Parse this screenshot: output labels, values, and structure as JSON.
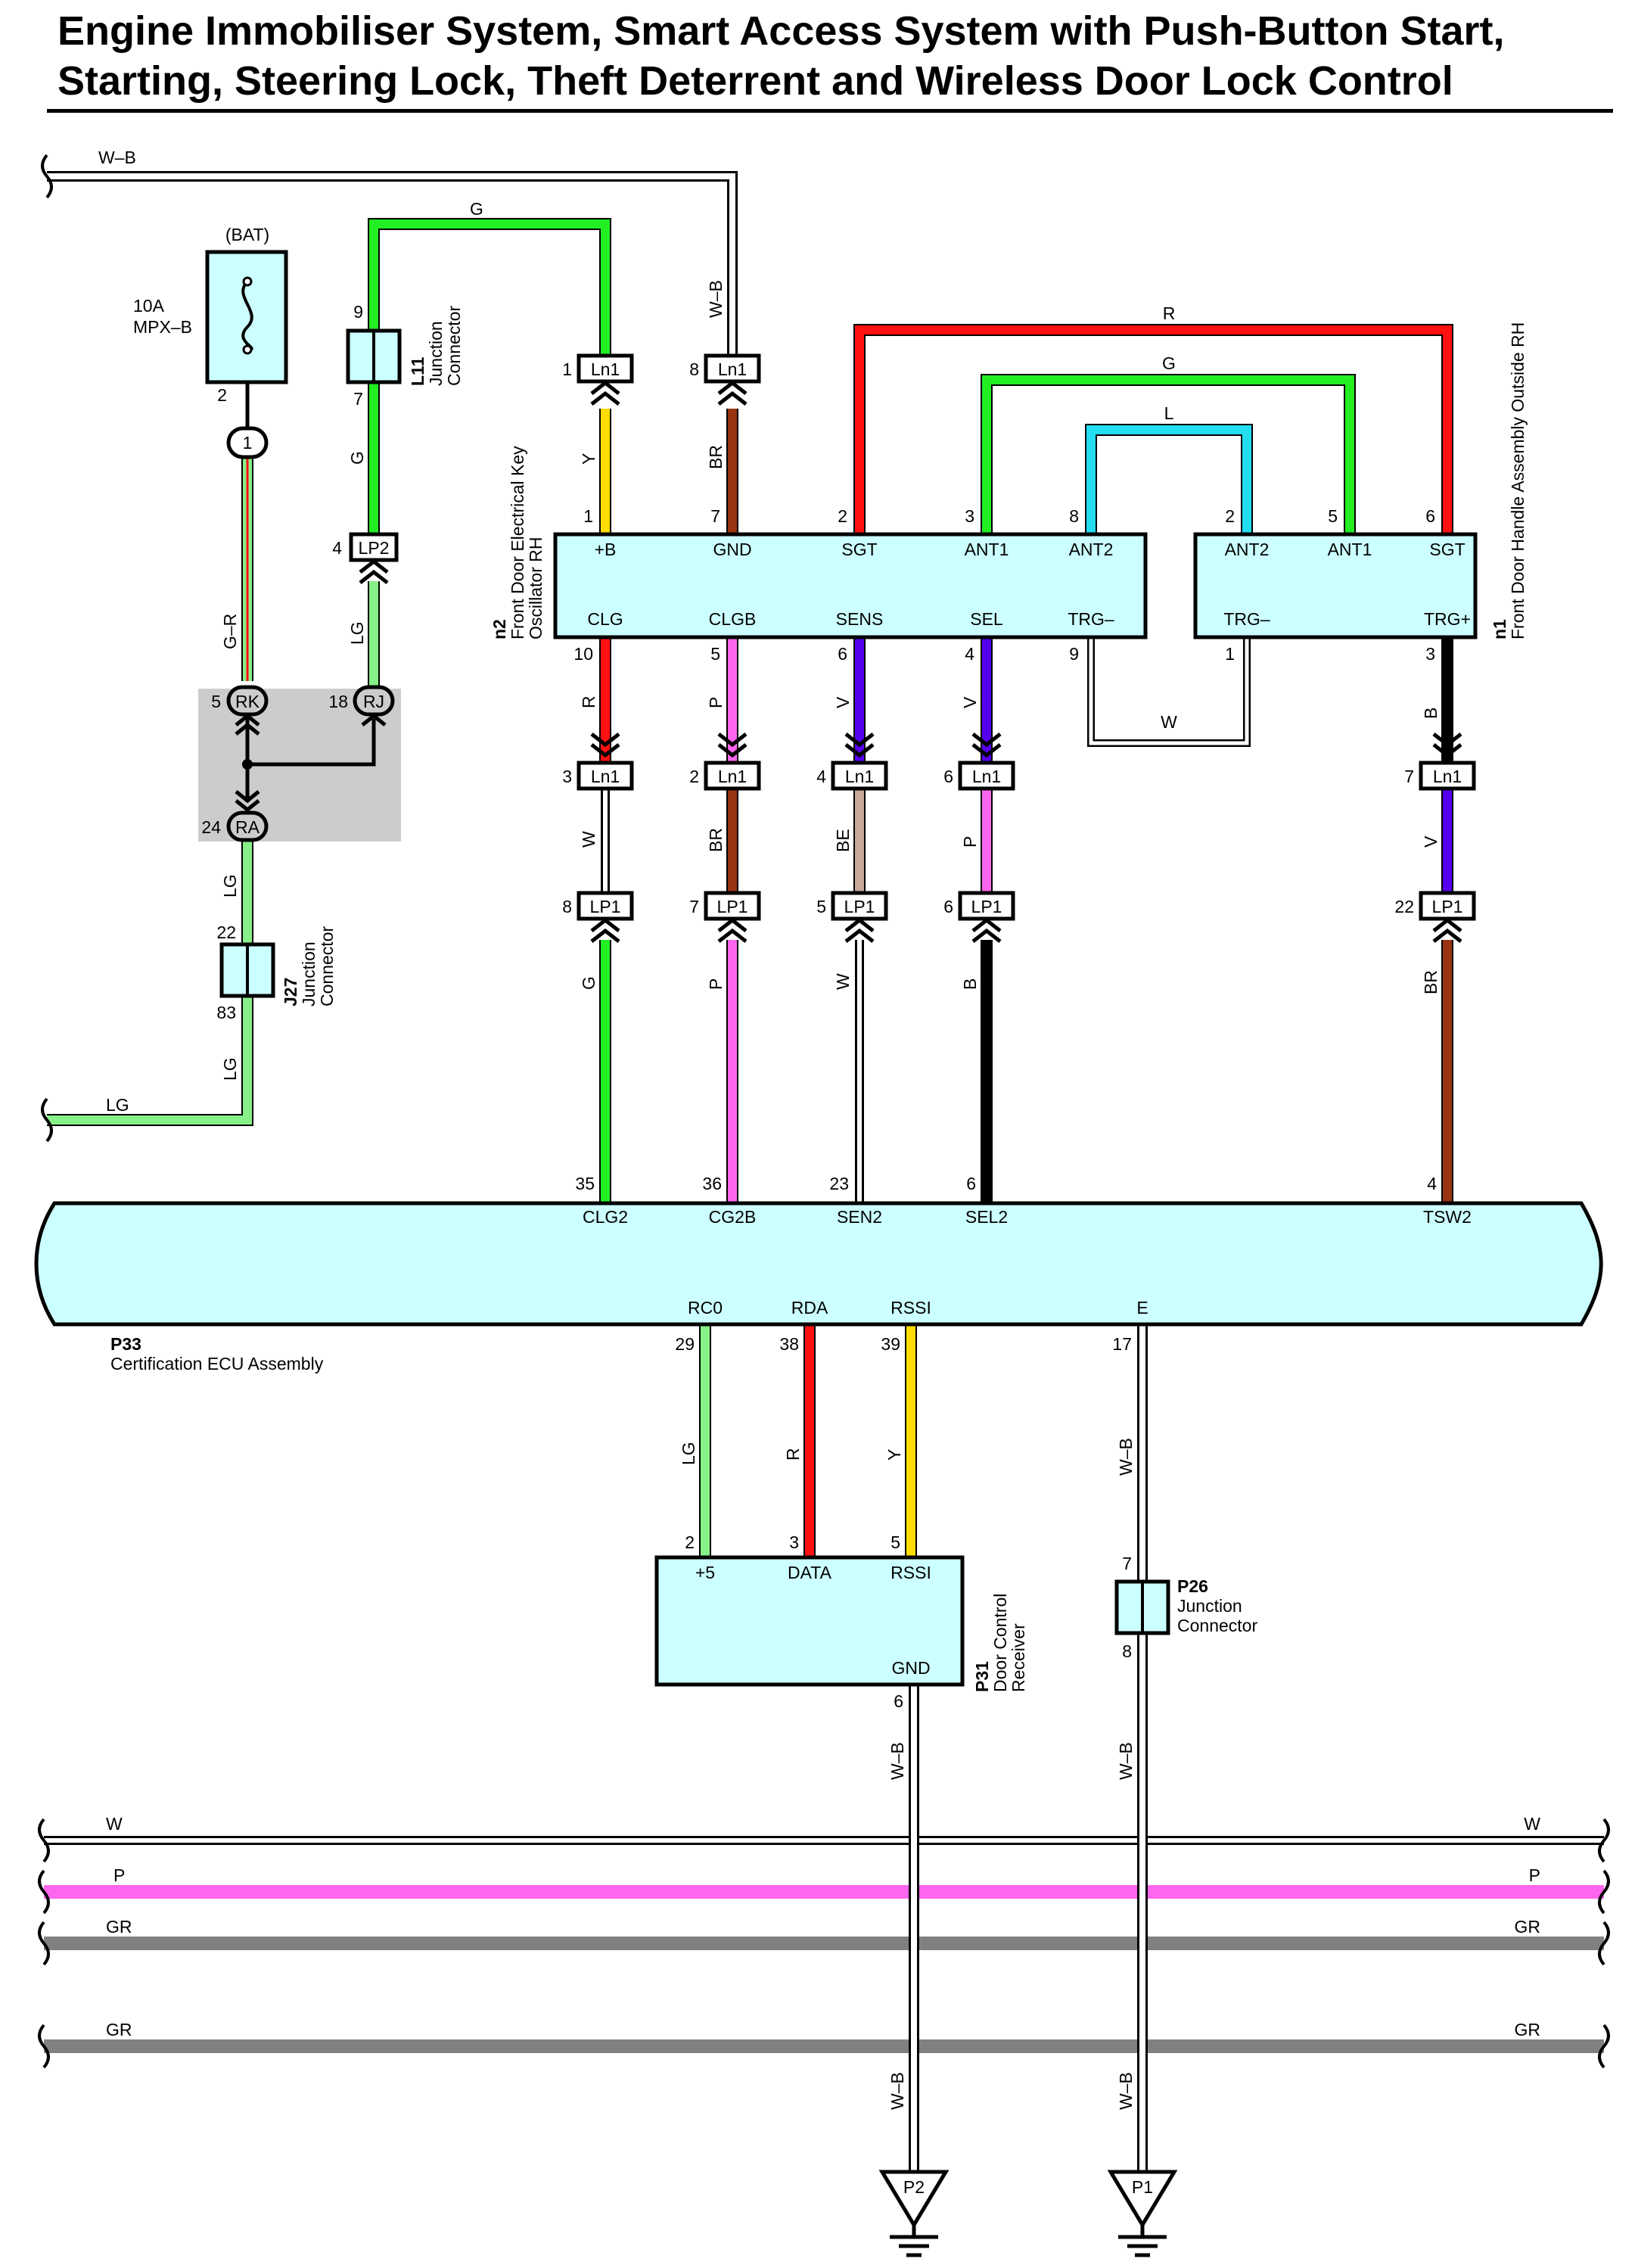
{
  "title": {
    "line1": "Engine Immobiliser System, Smart Access System with Push-Button Start,",
    "line2": "Starting, Steering Lock, Theft Deterrent and Wireless Door Lock Control"
  },
  "wire_colors": {
    "W-B": "#ffffff",
    "G": "#22ee22",
    "LG": "#88f088",
    "Y": "#ffdd00",
    "BR": "#993311",
    "R": "#ff1111",
    "L": "#22ddf0",
    "P": "#ff66ee",
    "V": "#5500ee",
    "BE": "#c8a898",
    "B": "#000000",
    "W": "#ffffff",
    "GR": "#808080"
  },
  "fuse": {
    "top": "(BAT)",
    "rating": "10A",
    "name": "MPX–B",
    "pin": "2"
  },
  "connectors": {
    "l11": {
      "code": "L11",
      "desc1": "Junction",
      "desc2": "Connector",
      "pin_top": "9",
      "pin_bottom": "7"
    },
    "j27": {
      "code": "J27",
      "desc1": "Junction",
      "desc2": "Connector",
      "pin_top": "22",
      "pin_bottom": "83"
    },
    "p26": {
      "code": "P26",
      "desc1": "Junction",
      "desc2": "Connector",
      "pin_top": "7",
      "pin_bottom": "8"
    },
    "lp2": {
      "label": "LP2",
      "pin": "4"
    },
    "splice": {
      "one": "1",
      "rk": "RK",
      "rk_pin": "5",
      "rj": "RJ",
      "rj_pin": "18",
      "ra": "RA",
      "ra_pin": "24"
    }
  },
  "n2": {
    "code": "n2",
    "desc1": "Front Door Electrical Key",
    "desc2": "Oscillator RH",
    "top": [
      "+B",
      "GND",
      "SGT",
      "ANT1",
      "ANT2"
    ],
    "top_pins": [
      "1",
      "7",
      "2",
      "3",
      "8"
    ],
    "bottom": [
      "CLG",
      "CLGB",
      "SENS",
      "SEL",
      "TRG–"
    ],
    "bottom_pins": [
      "10",
      "5",
      "6",
      "4",
      "9"
    ]
  },
  "n1": {
    "code": "n1",
    "desc": "Front Door Handle Assembly Outside RH",
    "top": [
      "ANT2",
      "ANT1",
      "SGT"
    ],
    "top_pins": [
      "2",
      "5",
      "6"
    ],
    "bottom": [
      "TRG–",
      "TRG+"
    ],
    "bottom_pins": [
      "1",
      "3"
    ]
  },
  "ln1_top": {
    "label": "Ln1",
    "pins": [
      "1",
      "8"
    ]
  },
  "ln1_mid": {
    "label": "Ln1",
    "pins": [
      "3",
      "2",
      "4",
      "6",
      "7"
    ]
  },
  "lp1": {
    "label": "LP1",
    "pins": [
      "8",
      "7",
      "5",
      "6",
      "22"
    ]
  },
  "p33": {
    "code": "P33",
    "desc": "Certification ECU Assembly",
    "top": [
      "CLG2",
      "CG2B",
      "SEN2",
      "SEL2",
      "TSW2"
    ],
    "top_pins": [
      "35",
      "36",
      "23",
      "6",
      "4"
    ],
    "bottom": [
      "RC0",
      "RDA",
      "RSSI",
      "E"
    ],
    "bottom_pins": [
      "29",
      "38",
      "39",
      "17"
    ]
  },
  "p31": {
    "code": "P31",
    "desc1": "Door Control",
    "desc2": "Receiver",
    "top": [
      "+5",
      "DATA",
      "RSSI"
    ],
    "top_pins": [
      "2",
      "3",
      "5"
    ],
    "bottom": "GND",
    "bottom_pin": "6"
  },
  "grounds": {
    "p2": "P2",
    "p1": "P1"
  },
  "wire_labels": {
    "wb_top": "W–B",
    "g_top": "G",
    "wb_vert": "W–B",
    "l11_g": "G",
    "gr": "G–R",
    "lg_lp2": "LG",
    "lg_j27_top": "LG",
    "lg_j27_bot": "LG",
    "lg_left": "LG",
    "y_ln": "Y",
    "br_ln": "BR",
    "r_top": "R",
    "g_mid": "G",
    "l_mid": "L",
    "w_loop": "W",
    "col1": [
      "R",
      "W",
      "G"
    ],
    "col2": [
      "P",
      "BR",
      "P"
    ],
    "col3": [
      "V",
      "BE",
      "W"
    ],
    "col4": [
      "V",
      "P",
      "B"
    ],
    "col5": [
      "B",
      "V",
      "BR"
    ],
    "lg_p31": "LG",
    "r_p31": "R",
    "y_p31": "Y",
    "wb_p26_top": "W–B",
    "wb_p26_mid": "W–B",
    "wb_p31_mid": "W–B",
    "wb_p2": "W–B",
    "wb_p1": "W–B",
    "bus_w": "W",
    "bus_p": "P",
    "bus_gr1": "GR",
    "bus_gr2": "GR"
  }
}
